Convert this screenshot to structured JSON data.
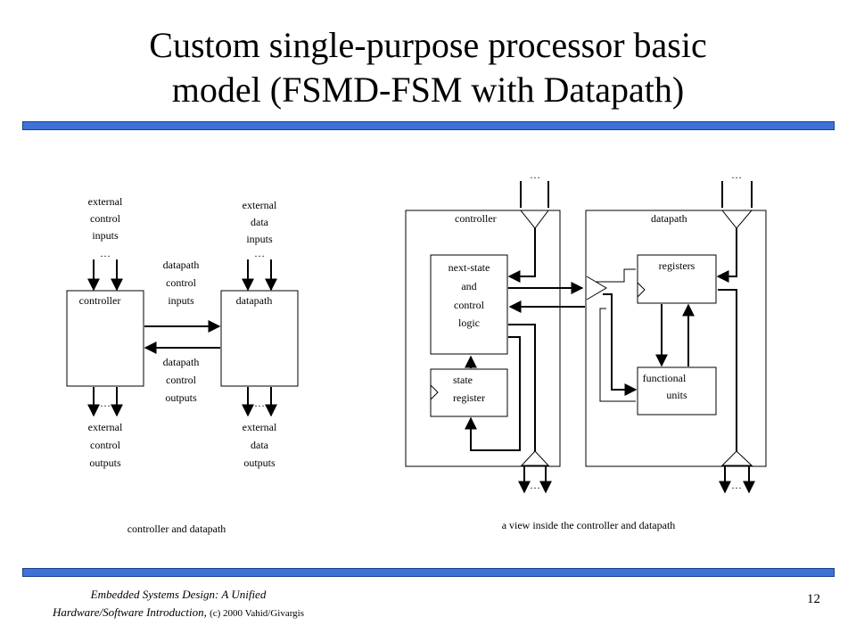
{
  "slide": {
    "title_line1": "Custom single-purpose processor basic",
    "title_line2": "model (FSMD-FSM with Datapath)",
    "page_number": "12",
    "accent_color": "#3f72d6"
  },
  "footer": {
    "book_line1": "Embedded Systems Design: A Unified",
    "book_line2": "Hardware/Software Introduction,",
    "copyright": "(c) 2000 Vahid/Givargis"
  },
  "left_diagram": {
    "ext_control_inputs": [
      "external",
      "control",
      "inputs"
    ],
    "ext_data_inputs": [
      "external",
      "data",
      "inputs"
    ],
    "dp_control_inputs": [
      "datapath",
      "control",
      "inputs"
    ],
    "dp_control_outputs": [
      "datapath",
      "control",
      "outputs"
    ],
    "ext_control_outputs": [
      "external",
      "control",
      "outputs"
    ],
    "ext_data_outputs": [
      "external",
      "data",
      "outputs"
    ],
    "controller_label": "controller",
    "datapath_label": "datapath",
    "ellipsis": "…",
    "caption": "controller and datapath"
  },
  "right_diagram": {
    "controller_label": "controller",
    "datapath_label": "datapath",
    "next_state_logic": [
      "next-state",
      "and",
      "control",
      "logic"
    ],
    "state_register": [
      "state",
      "register"
    ],
    "registers": "registers",
    "functional_units": [
      "functional",
      "units"
    ],
    "ellipsis": "…",
    "caption": "a view inside the controller and datapath"
  }
}
